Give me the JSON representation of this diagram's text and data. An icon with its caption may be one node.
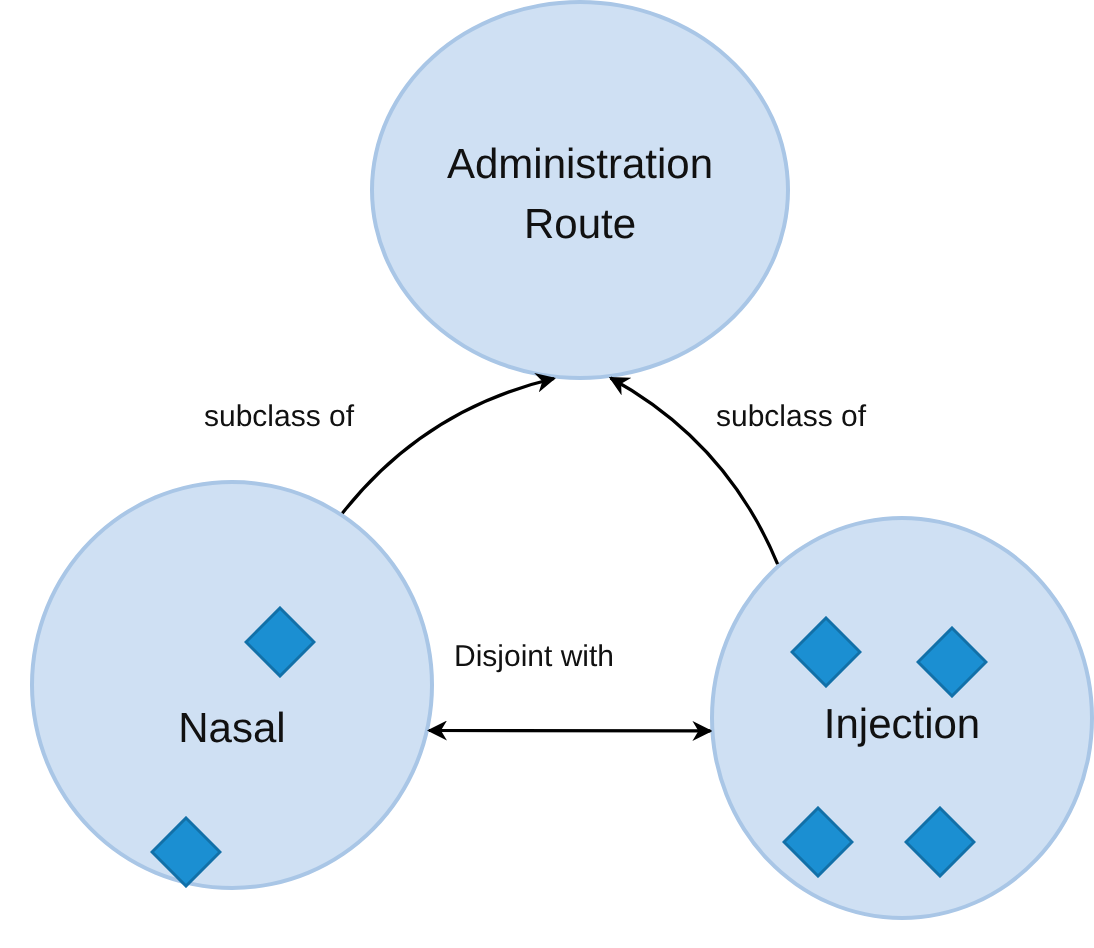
{
  "diagram": {
    "nodes": [
      {
        "text": [
          "Administration Route"
        ]
      },
      {
        "text": [
          "Nasal"
        ]
      },
      {
        "text": [
          "Injection"
        ]
      },
      {
        "text": [],
        "shape": "diamond",
        "in": 1
      },
      {
        "text": [],
        "shape": "diamond",
        "in": 1
      },
      {
        "text": [],
        "shape": "diamond",
        "in": 2
      },
      {
        "text": [],
        "shape": "diamond",
        "in": 2
      },
      {
        "text": [],
        "shape": "diamond",
        "in": 2
      },
      {
        "text": [],
        "shape": "diamond",
        "in": 2
      }
    ],
    "edges": [
      {
        "from": 1,
        "to": 0,
        "arrow": "to",
        "label": "subclass of"
      },
      {
        "from": 2,
        "to": 0,
        "arrow": "to",
        "label": "subclass of"
      },
      {
        "from": 1,
        "to": 2,
        "arrow": "both",
        "label": "Disjoint with"
      }
    ]
  }
}
